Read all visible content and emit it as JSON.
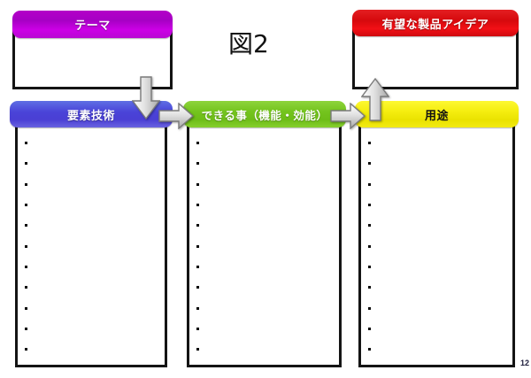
{
  "figure": {
    "title": "図2",
    "page_number": "12"
  },
  "boxes": {
    "theme": {
      "header": "テーマ",
      "color": "#b400c8",
      "items": []
    },
    "promising_idea": {
      "header": "有望な製品アイデア",
      "color": "#e41f22",
      "items": []
    },
    "element_tech": {
      "header": "要素技術",
      "color": "#4a43d8",
      "items": [
        "",
        "",
        "",
        "",
        "",
        "",
        "",
        "",
        "",
        "",
        ""
      ]
    },
    "capability": {
      "header": "できる事（機能・効能）",
      "color": "#74c41e",
      "items": [
        "",
        "",
        "",
        "",
        "",
        "",
        "",
        "",
        "",
        "",
        ""
      ]
    },
    "application": {
      "header": "用途",
      "color": "#f5ee10",
      "items": [
        "",
        "",
        "",
        "",
        "",
        "",
        "",
        "",
        "",
        "",
        ""
      ]
    }
  },
  "arrows": [
    {
      "name": "arrow-theme-to-element-tech",
      "direction": "down"
    },
    {
      "name": "arrow-element-tech-to-capability",
      "direction": "right"
    },
    {
      "name": "arrow-capability-to-application",
      "direction": "right"
    },
    {
      "name": "arrow-application-to-promising-idea",
      "direction": "up"
    }
  ]
}
